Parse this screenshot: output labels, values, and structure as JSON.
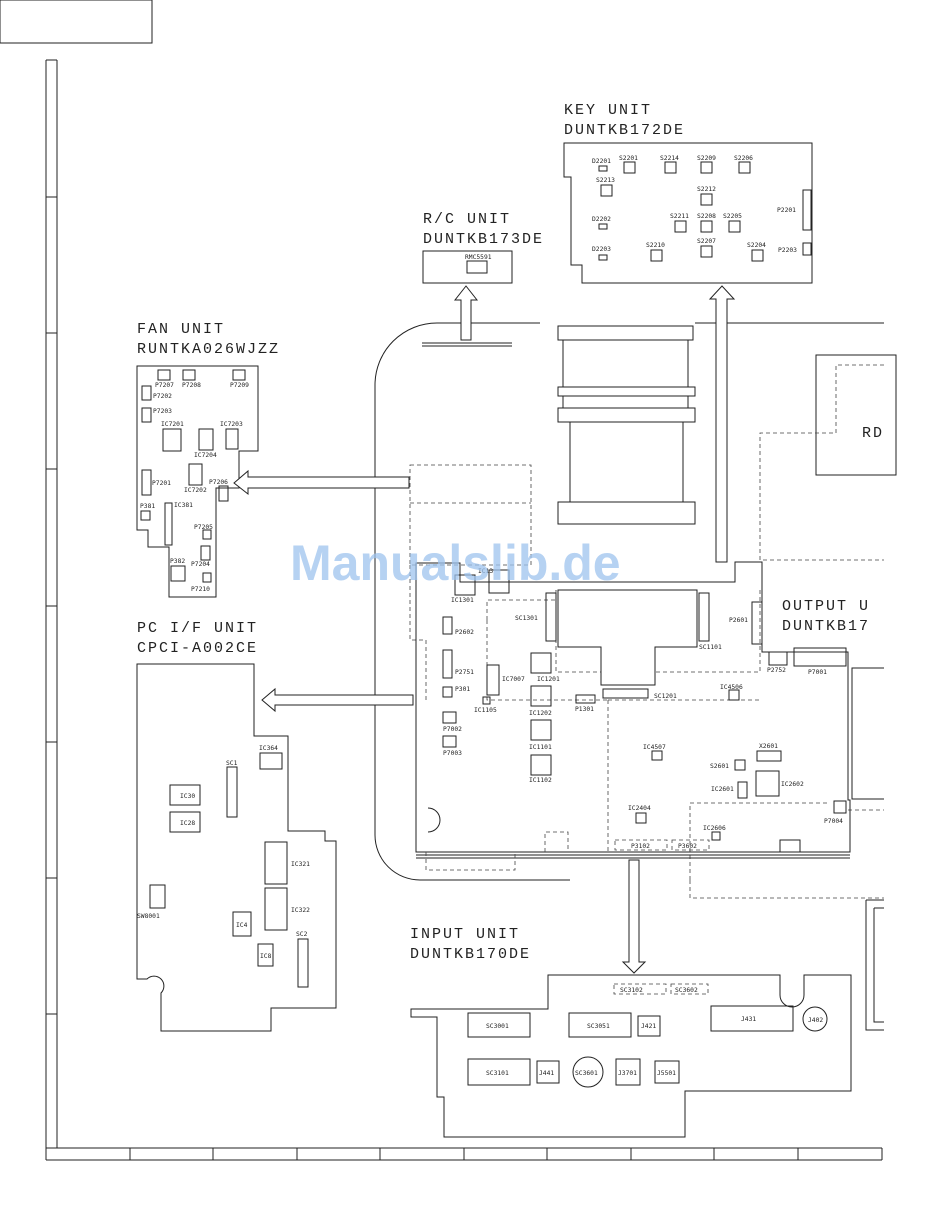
{
  "units": {
    "key": {
      "line1": "KEY UNIT",
      "line2": "DUNTKB172DE"
    },
    "rc": {
      "line1": "R/C UNIT",
      "line2": "DUNTKB173DE"
    },
    "fan": {
      "line1": "FAN UNIT",
      "line2": "RUNTKA026WJZZ"
    },
    "pcif": {
      "line1": "PC I/F UNIT",
      "line2": "CPCI-A002CE"
    },
    "output": {
      "line1": "OUTPUT U",
      "line2": "DUNTKB17"
    },
    "input": {
      "line1": "INPUT UNIT",
      "line2": "DUNTKB170DE"
    },
    "rd": {
      "line1": "RD"
    }
  },
  "labels": {
    "key": [
      "D2201",
      "S2201",
      "S2214",
      "S2209",
      "S2206",
      "S2213",
      "S2212",
      "D2202",
      "S2211",
      "S2208",
      "S2205",
      "P2201",
      "D2203",
      "S2210",
      "S2207",
      "S2204",
      "P2203"
    ],
    "rc": [
      "RMC5591"
    ],
    "fan": [
      "P7207",
      "P7208",
      "P7209",
      "P7202",
      "P7203",
      "IC7201",
      "IC7203",
      "IC7204",
      "P7201",
      "IC7202",
      "P7206",
      "P381",
      "IC381",
      "P7205",
      "P382",
      "P7204",
      "P7210"
    ],
    "pcif": [
      "IC364",
      "SC1",
      "IC30",
      "IC28",
      "IC321",
      "SW8001",
      "IC322",
      "IC4",
      "SC2",
      "IC8"
    ],
    "main": [
      "IC13",
      "IC1301",
      "SC1301",
      "P2602",
      "P2751",
      "P301",
      "IC7007",
      "IC1105",
      "P7002",
      "P7003",
      "IC1201",
      "IC1202",
      "IC1101",
      "IC1102",
      "P1301",
      "SC1201",
      "SC1101",
      "P2601",
      "IC4506",
      "P2752",
      "P7001",
      "IC4507",
      "X2601",
      "S2601",
      "IC2601",
      "IC2602",
      "IC2404",
      "IC2606",
      "P7004",
      "P3102",
      "P3602"
    ],
    "input": [
      "SC3102",
      "SC3602",
      "SC3001",
      "SC3051",
      "J421",
      "J431",
      "J402",
      "SC3101",
      "J441",
      "SC3601",
      "J3701",
      "J5501"
    ]
  },
  "watermark": "Manualslib.de"
}
